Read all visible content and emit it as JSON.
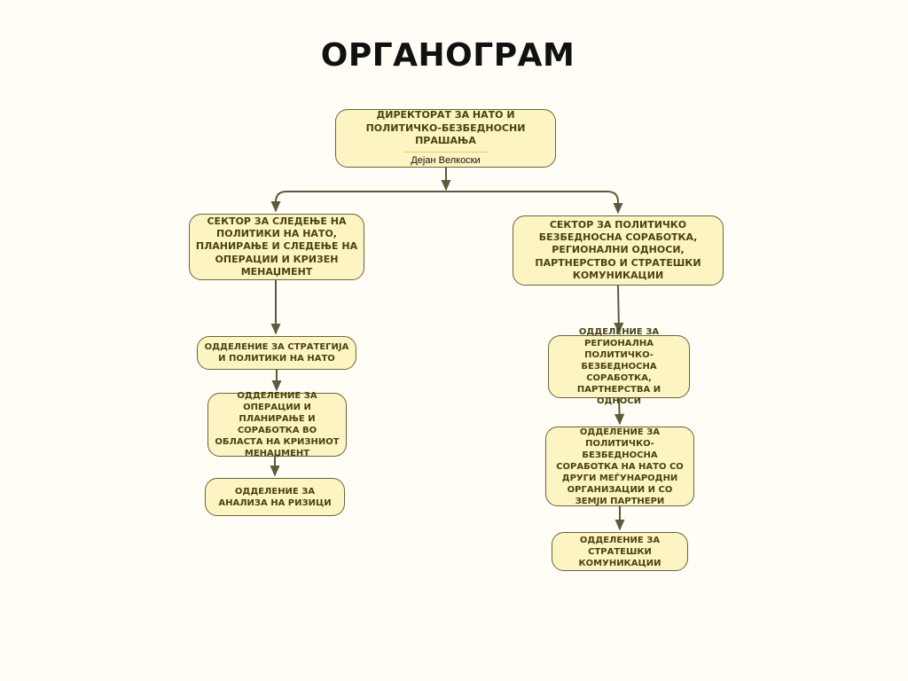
{
  "title": "ОРГАНОГРАМ",
  "directorate": {
    "name": "ДИРЕКТОРАТ ЗА НАТО И ПОЛИТИЧКО-БЕЗБЕДНОСНИ ПРАШАЊА",
    "head": "Дејан Велкоски"
  },
  "left_branch": {
    "sector": "СЕКТОР ЗА СЛЕДЕЊЕ НА ПОЛИТИКИ НА НАТО, ПЛАНИРАЊЕ И СЛЕДЕЊЕ НА ОПЕРАЦИИ И КРИЗЕН МЕНАЏМЕНТ",
    "departments": [
      "ОДДЕЛЕНИЕ ЗА СТРАТЕГИЈА И ПОЛИТИКИ НА НАТО",
      "ОДДЕЛЕНИЕ ЗА ОПЕРАЦИИ И ПЛАНИРАЊЕ И СОРАБОТКА ВО ОБЛАСТА НА КРИЗНИОТ МЕНАЏМЕНТ",
      "ОДДЕЛЕНИЕ ЗА АНАЛИЗА НА РИЗИЦИ"
    ]
  },
  "right_branch": {
    "sector": "СЕКТОР ЗА ПОЛИТИЧКО БЕЗБЕДНОСНА СОРАБОТКА, РЕГИОНАЛНИ ОДНОСИ, ПАРТНЕРСТВО И СТРАТЕШКИ КОМУНИКАЦИИ",
    "departments": [
      "ОДДЕЛЕНИЕ ЗА РЕГИОНАЛНА ПОЛИТИЧКО-БЕЗБЕДНОСНА СОРАБОТКА, ПАРТНЕРСТВА И ОДНОСИ",
      "ОДДЕЛЕНИЕ ЗА ПОЛИТИЧКО-БЕЗБЕДНОСНА СОРАБОТКА НА НАТО СО ДРУГИ МЕЃУНАРОДНИ ОРГАНИЗАЦИИ И СО ЗЕМЈИ ПАРТНЕРИ",
      "ОДДЕЛЕНИЕ ЗА СТРАТЕШКИ КОМУНИКАЦИИ"
    ]
  },
  "colors": {
    "box_fill": "#fdf4c4",
    "box_border": "#6b6438",
    "box_text": "#4a4310",
    "connector": "#5a5a3c",
    "background": "#fffdf6"
  }
}
